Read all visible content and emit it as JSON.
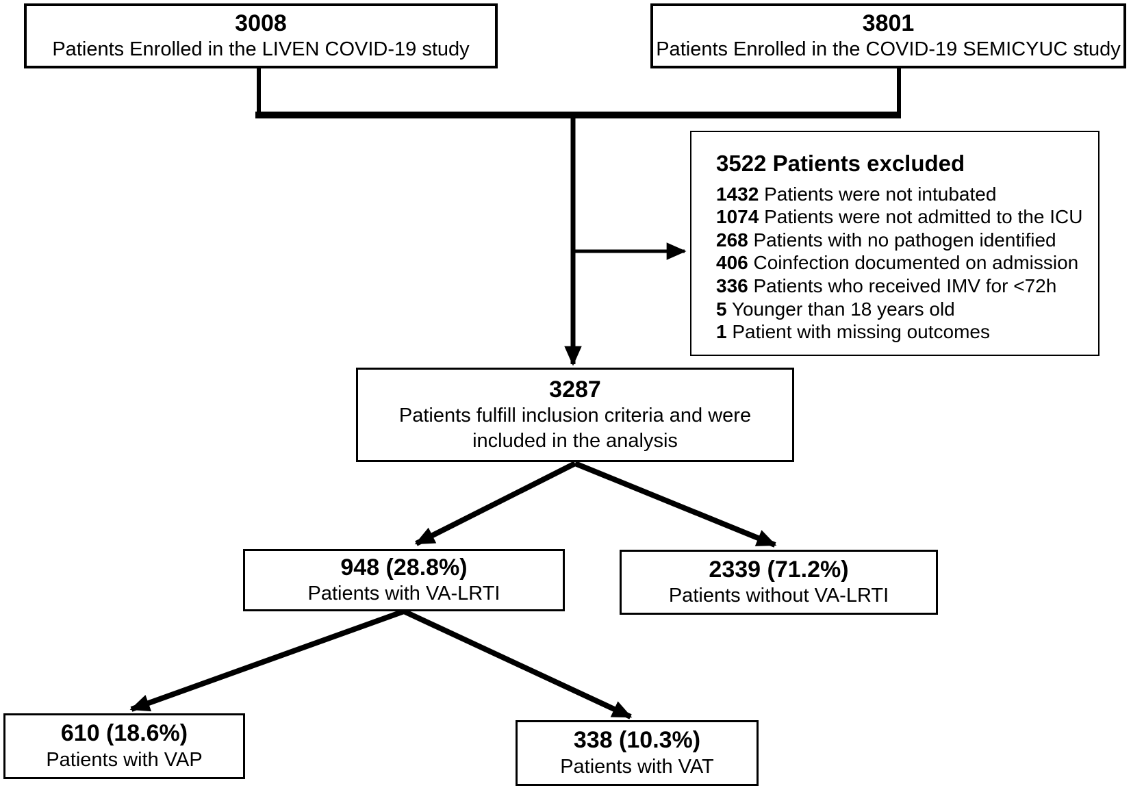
{
  "figure": {
    "type": "patient-flow-diagram",
    "colors": {
      "background": "#ffffff",
      "box_fill": "#ffffff",
      "box_border": "#000000",
      "line": "#000000",
      "text": "#000000"
    }
  },
  "boxes": {
    "liven": {
      "number": "3008",
      "label": "Patients Enrolled in the LIVEN COVID-19 study"
    },
    "semicyuc": {
      "number": "3801",
      "label": "Patients Enrolled in the COVID-19 SEMICYUC study"
    },
    "excluded": {
      "title": "3522 Patients excluded",
      "items": [
        {
          "count": "1432",
          "text": "Patients were not intubated"
        },
        {
          "count": "1074",
          "text": "Patients were not admitted to the ICU"
        },
        {
          "count": "268",
          "text": "Patients with no pathogen identified"
        },
        {
          "count": "406",
          "text": "Coinfection documented on admission"
        },
        {
          "count": "336",
          "text": "Patients who received IMV for <72h"
        },
        {
          "count": "5",
          "text": "Younger than 18 years old"
        },
        {
          "count": "1",
          "text": "Patient with missing outcomes"
        }
      ]
    },
    "included": {
      "number": "3287",
      "label_lines": [
        "Patients fulfill inclusion criteria and were",
        "included in the analysis"
      ]
    },
    "va_lrti": {
      "number": "948 (28.8%)",
      "label": "Patients with VA-LRTI"
    },
    "without_va_lrti": {
      "number": "2339 (71.2%)",
      "label": "Patients without VA-LRTI"
    },
    "vap": {
      "number": "610 (18.6%)",
      "label": "Patients with VAP"
    },
    "vat": {
      "number": "338 (10.3%)",
      "label": "Patients with VAT"
    }
  }
}
